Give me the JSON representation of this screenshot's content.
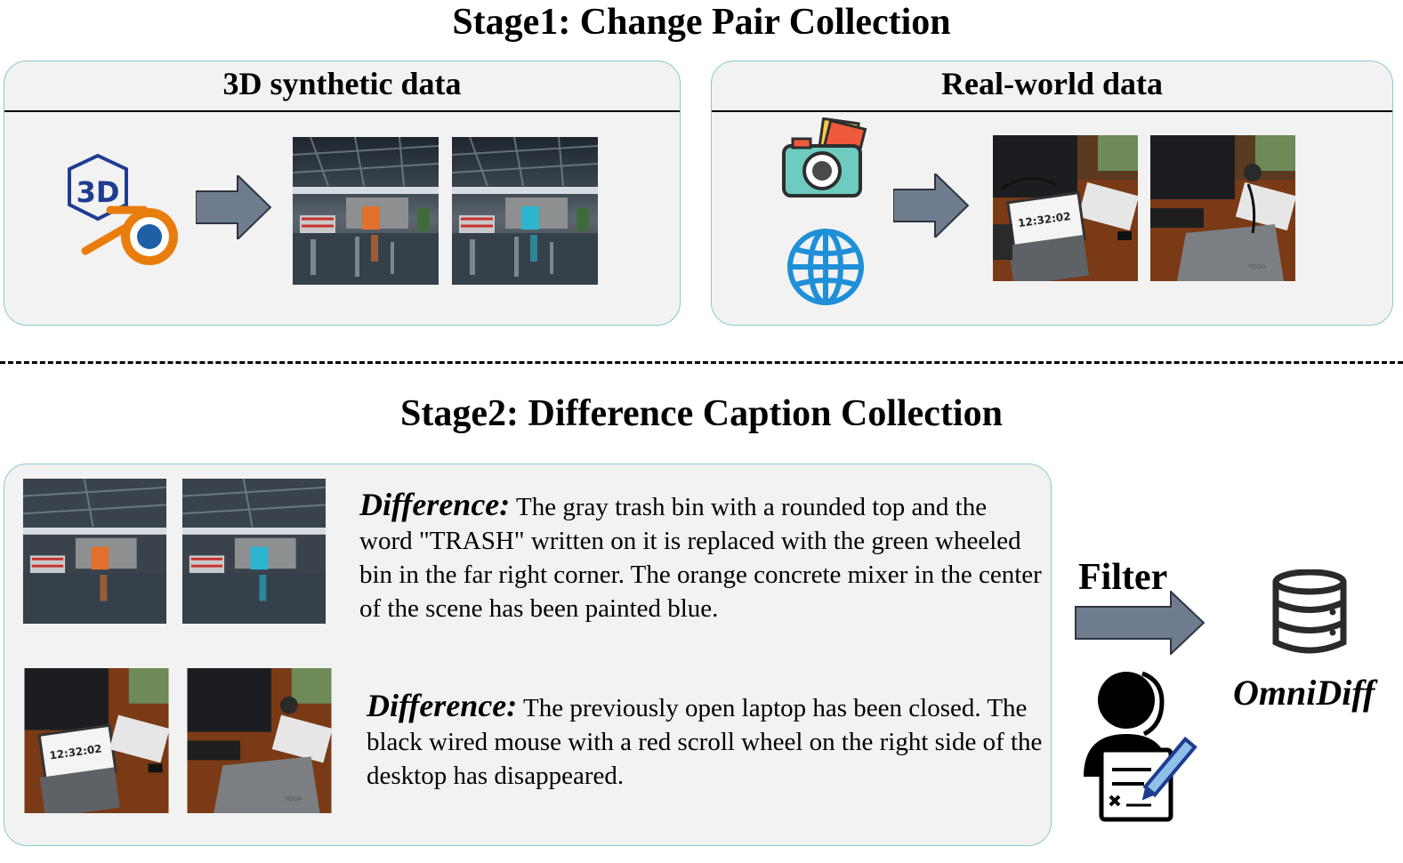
{
  "stage1": {
    "title": "Stage1: Change Pair Collection",
    "synthetic": {
      "header": "3D synthetic data",
      "icon": "blender-3d-icon",
      "badge_text": "3D"
    },
    "real": {
      "header": "Real-world data",
      "icons": [
        "camera-photos-icon",
        "globe-icon"
      ]
    }
  },
  "stage2": {
    "title": "Stage2: Difference Caption Collection",
    "captions": [
      {
        "label": "Difference:",
        "text": "The gray trash bin with a rounded top and the word \"TRASH\" written on it is replaced with the green wheeled bin in the far right corner. The orange concrete mixer in the center of the scene has been painted blue."
      },
      {
        "label": "Difference:",
        "text": "The previously open laptop has been closed. The black wired mouse with a red scroll wheel on the right side of the desktop has disappeared."
      }
    ],
    "filter_label": "Filter",
    "output_label": "OmniDiff",
    "icons": [
      "database-icon",
      "human-reviewer-icon"
    ]
  },
  "images": {
    "laptop_clock": "12:32:02",
    "laptop_brand": "YOGA"
  },
  "colors": {
    "panel_fill": "#f2f2f2",
    "panel_border": "#8cc8cc",
    "arrow_fill": "#6e7c8e",
    "blender_orange": "#e87d0d",
    "blender_blue": "#1f5fa6",
    "globe_blue": "#1f8fd8",
    "camera_teal": "#6dcbc0"
  }
}
